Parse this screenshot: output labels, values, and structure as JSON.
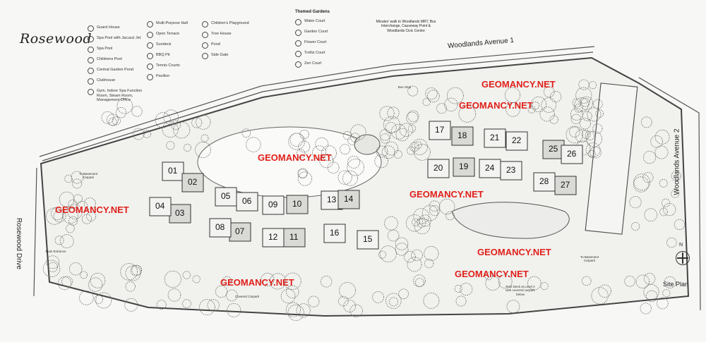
{
  "title": "Rosewood",
  "legend": {
    "col1": [
      "Guard House",
      "Spa Pool with Jacuzzi Jet",
      "Spa Pool",
      "Childrens Pool",
      "Central Garden Pond",
      "Clubhouse",
      "Gym, Indoor Spa Function Room, Steam Room, Management Office"
    ],
    "col2": [
      "Multi-Purpose Hall",
      "Open Terrace",
      "Sundeck",
      "BBQ Pit",
      "Tennis Courts",
      "Pavilion"
    ],
    "col3": [
      "Children's Playground",
      "Tree House",
      "Pond",
      "Side Gate"
    ],
    "themed_title": "Themed Gardens",
    "themed": [
      "Water Court",
      "Garden Court",
      "Flower Court",
      "Trellis Court",
      "Zen Court"
    ]
  },
  "note": "Minutes' walk to Woodlands MRT, Bus Interchange, Causeway Point & Woodlands Civic Centre",
  "roads": {
    "woodlands_ave1": "Woodlands Avenue 1",
    "woodlands_ave2": "Woodlands Avenue 2",
    "rosewood_drive": "Rosewood Drive"
  },
  "blocks": [
    "01",
    "02",
    "03",
    "04",
    "05",
    "06",
    "07",
    "08",
    "09",
    "10",
    "11",
    "12",
    "13",
    "14",
    "15",
    "16",
    "17",
    "18",
    "19",
    "20",
    "21",
    "22",
    "23",
    "24",
    "25",
    "26",
    "27",
    "28"
  ],
  "watermark": "GEOMANCY.NET",
  "small_labels": {
    "carpark_left": "To Basement Carpark",
    "main_entrance": "Main Entrance",
    "covered_carpark": "Covered Carpark",
    "carpark_right": "To Basement Carpark",
    "car_deck": "Pool Deck at Level 2 with covered carpark below",
    "bus_stop": "Bus Stop"
  },
  "site_plan": "Site Plan",
  "compass": "N"
}
